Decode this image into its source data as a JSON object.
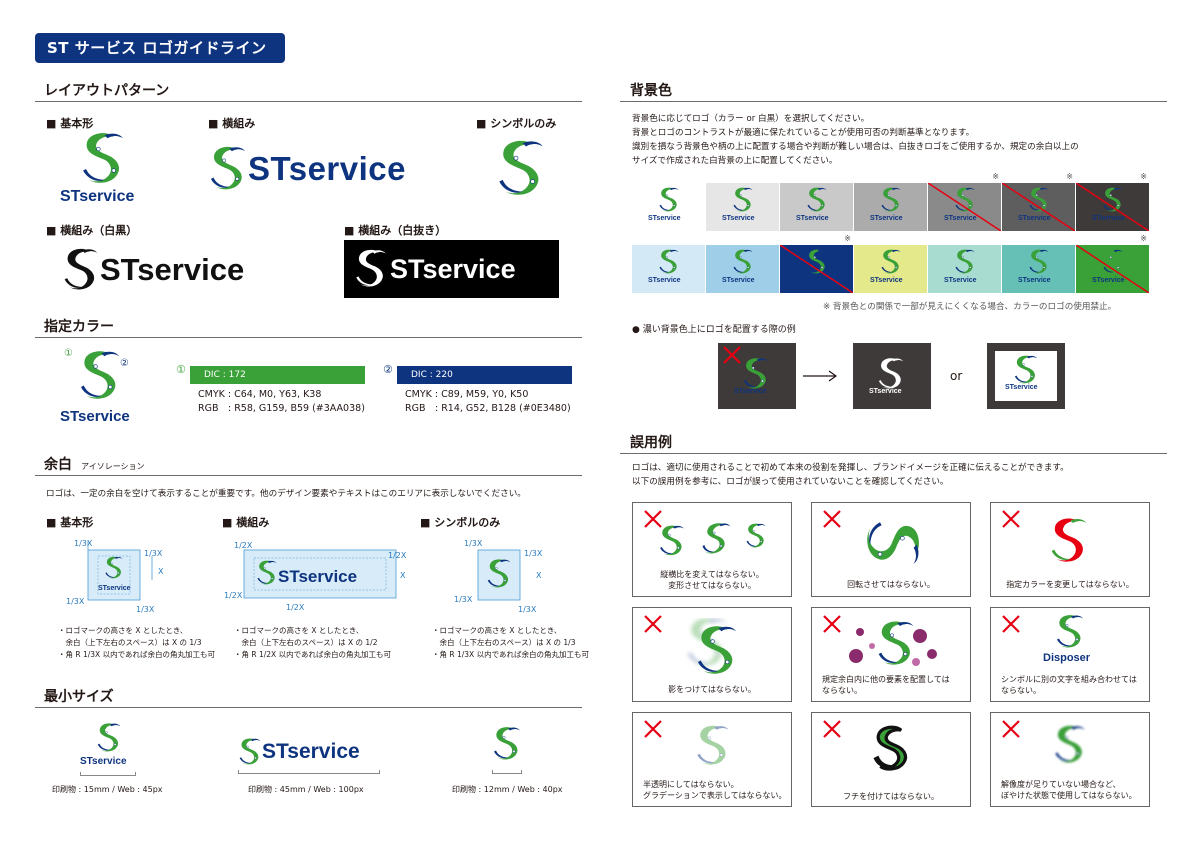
{
  "page_title": "ST サービス ロゴガイドライン",
  "brand": {
    "name": "STservice",
    "green": "#3AA038",
    "navy": "#0E3480"
  },
  "layout": {
    "heading": "レイアウトパターン",
    "basic": "■ 基本形",
    "horizontal": "■ 横組み",
    "symbol": "■ シンボルのみ",
    "horizontal_bw": "■ 横組み（白黒）",
    "horizontal_reverse": "■ 横組み（白抜き）"
  },
  "colors": {
    "heading": "指定カラー",
    "num1": "①",
    "num2": "②",
    "c1": {
      "dic": "DIC : 172",
      "cmyk": "CMYK : C64, M0, Y63, K38",
      "rgb": "RGB　: R58, G159, B59 (#3AA038)",
      "hex": "#3AA038"
    },
    "c2": {
      "dic": "DIC : 220",
      "cmyk": "CMYK : C89, M59, Y0, K50",
      "rgb": "RGB　: R14, G52, B128 (#0E3480)",
      "hex": "#0E3480"
    }
  },
  "margin": {
    "heading": "余白",
    "sub": "アイソレーション",
    "desc": "ロゴは、一定の余白を空けて表示することが重要です。他のデザイン要素やテキストはこのエリアに表示しないでください。",
    "basic": "■ 基本形",
    "horizontal": "■ 横組み",
    "symbol": "■ シンボルのみ",
    "third": "1/3X",
    "half": "1/2X",
    "x": "X",
    "notes_third": [
      "・ロゴマークの高さを X としたとき、",
      "　余白（上下左右のスペース）は X の 1/3",
      "・角 R 1/3X 以内であれば余白の角丸加工も可"
    ],
    "notes_half": [
      "・ロゴマークの高さを X としたとき、",
      "　余白（上下左右のスペース）は X の 1/2",
      "・角 R 1/2X 以内であれば余白の角丸加工も可"
    ]
  },
  "min_size": {
    "heading": "最小サイズ",
    "basic": "印刷物 : 15mm / Web : 45px",
    "horizontal": "印刷物 : 45mm / Web : 100px",
    "symbol": "印刷物 : 12mm / Web : 40px"
  },
  "background": {
    "heading": "背景色",
    "desc": [
      "背景色に応じてロゴ（カラー or 白黒）を選択してください。",
      "背景とロゴのコントラストが最適に保たれていることが使用可否の判断基準となります。",
      "識別を損なう背景色や柄の上に配置する場合や判断が難しい場合は、白抜きロゴをご使用するか、規定の余白以上の",
      "サイズで作成された白背景の上に配置してください。"
    ],
    "mark": "※",
    "row1": [
      "#ffffff",
      "#e6e6e6",
      "#c9c9c9",
      "#ababab",
      "#8a8a8a",
      "#5e5e5e",
      "#3e3a39"
    ],
    "row2": [
      "#d4e9f6",
      "#9fcfe8",
      "#0E3480",
      "#e4ea8c",
      "#a9dcd1",
      "#66c0b5",
      "#3AA038"
    ],
    "warning": "※ 背景色との関係で一部が見えにくくなる場合、カラーのロゴの使用禁止。",
    "dark_heading": "● 濃い背景色上にロゴを配置する際の例",
    "or": "or"
  },
  "misuse": {
    "heading": "誤用例",
    "desc": [
      "ロゴは、適切に使用されることで初めて本来の役割を発揮し、ブランドイメージを正確に伝えることができます。",
      "以下の誤用例を参考に、ロゴが誤って使用されていないことを確認してください。"
    ],
    "items": [
      [
        "縦横比を変えてはならない。",
        "変形させてはならない。"
      ],
      [
        "回転させてはならない。"
      ],
      [
        "指定カラーを変更してはならない。"
      ],
      [
        "影をつけてはならない。"
      ],
      [
        "規定余白内に他の要素を配置しては",
        "ならない。"
      ],
      [
        "シンボルに別の文字を組み合わせては",
        "ならない。"
      ],
      [
        "半透明にしてはならない。",
        "グラデーションで表示してはならない。"
      ],
      [
        "フチを付けてはならない。"
      ],
      [
        "解像度が足りていない場合など、",
        "ぼやけた状態で使用してはならない。"
      ]
    ],
    "disposer": "Disposer"
  }
}
